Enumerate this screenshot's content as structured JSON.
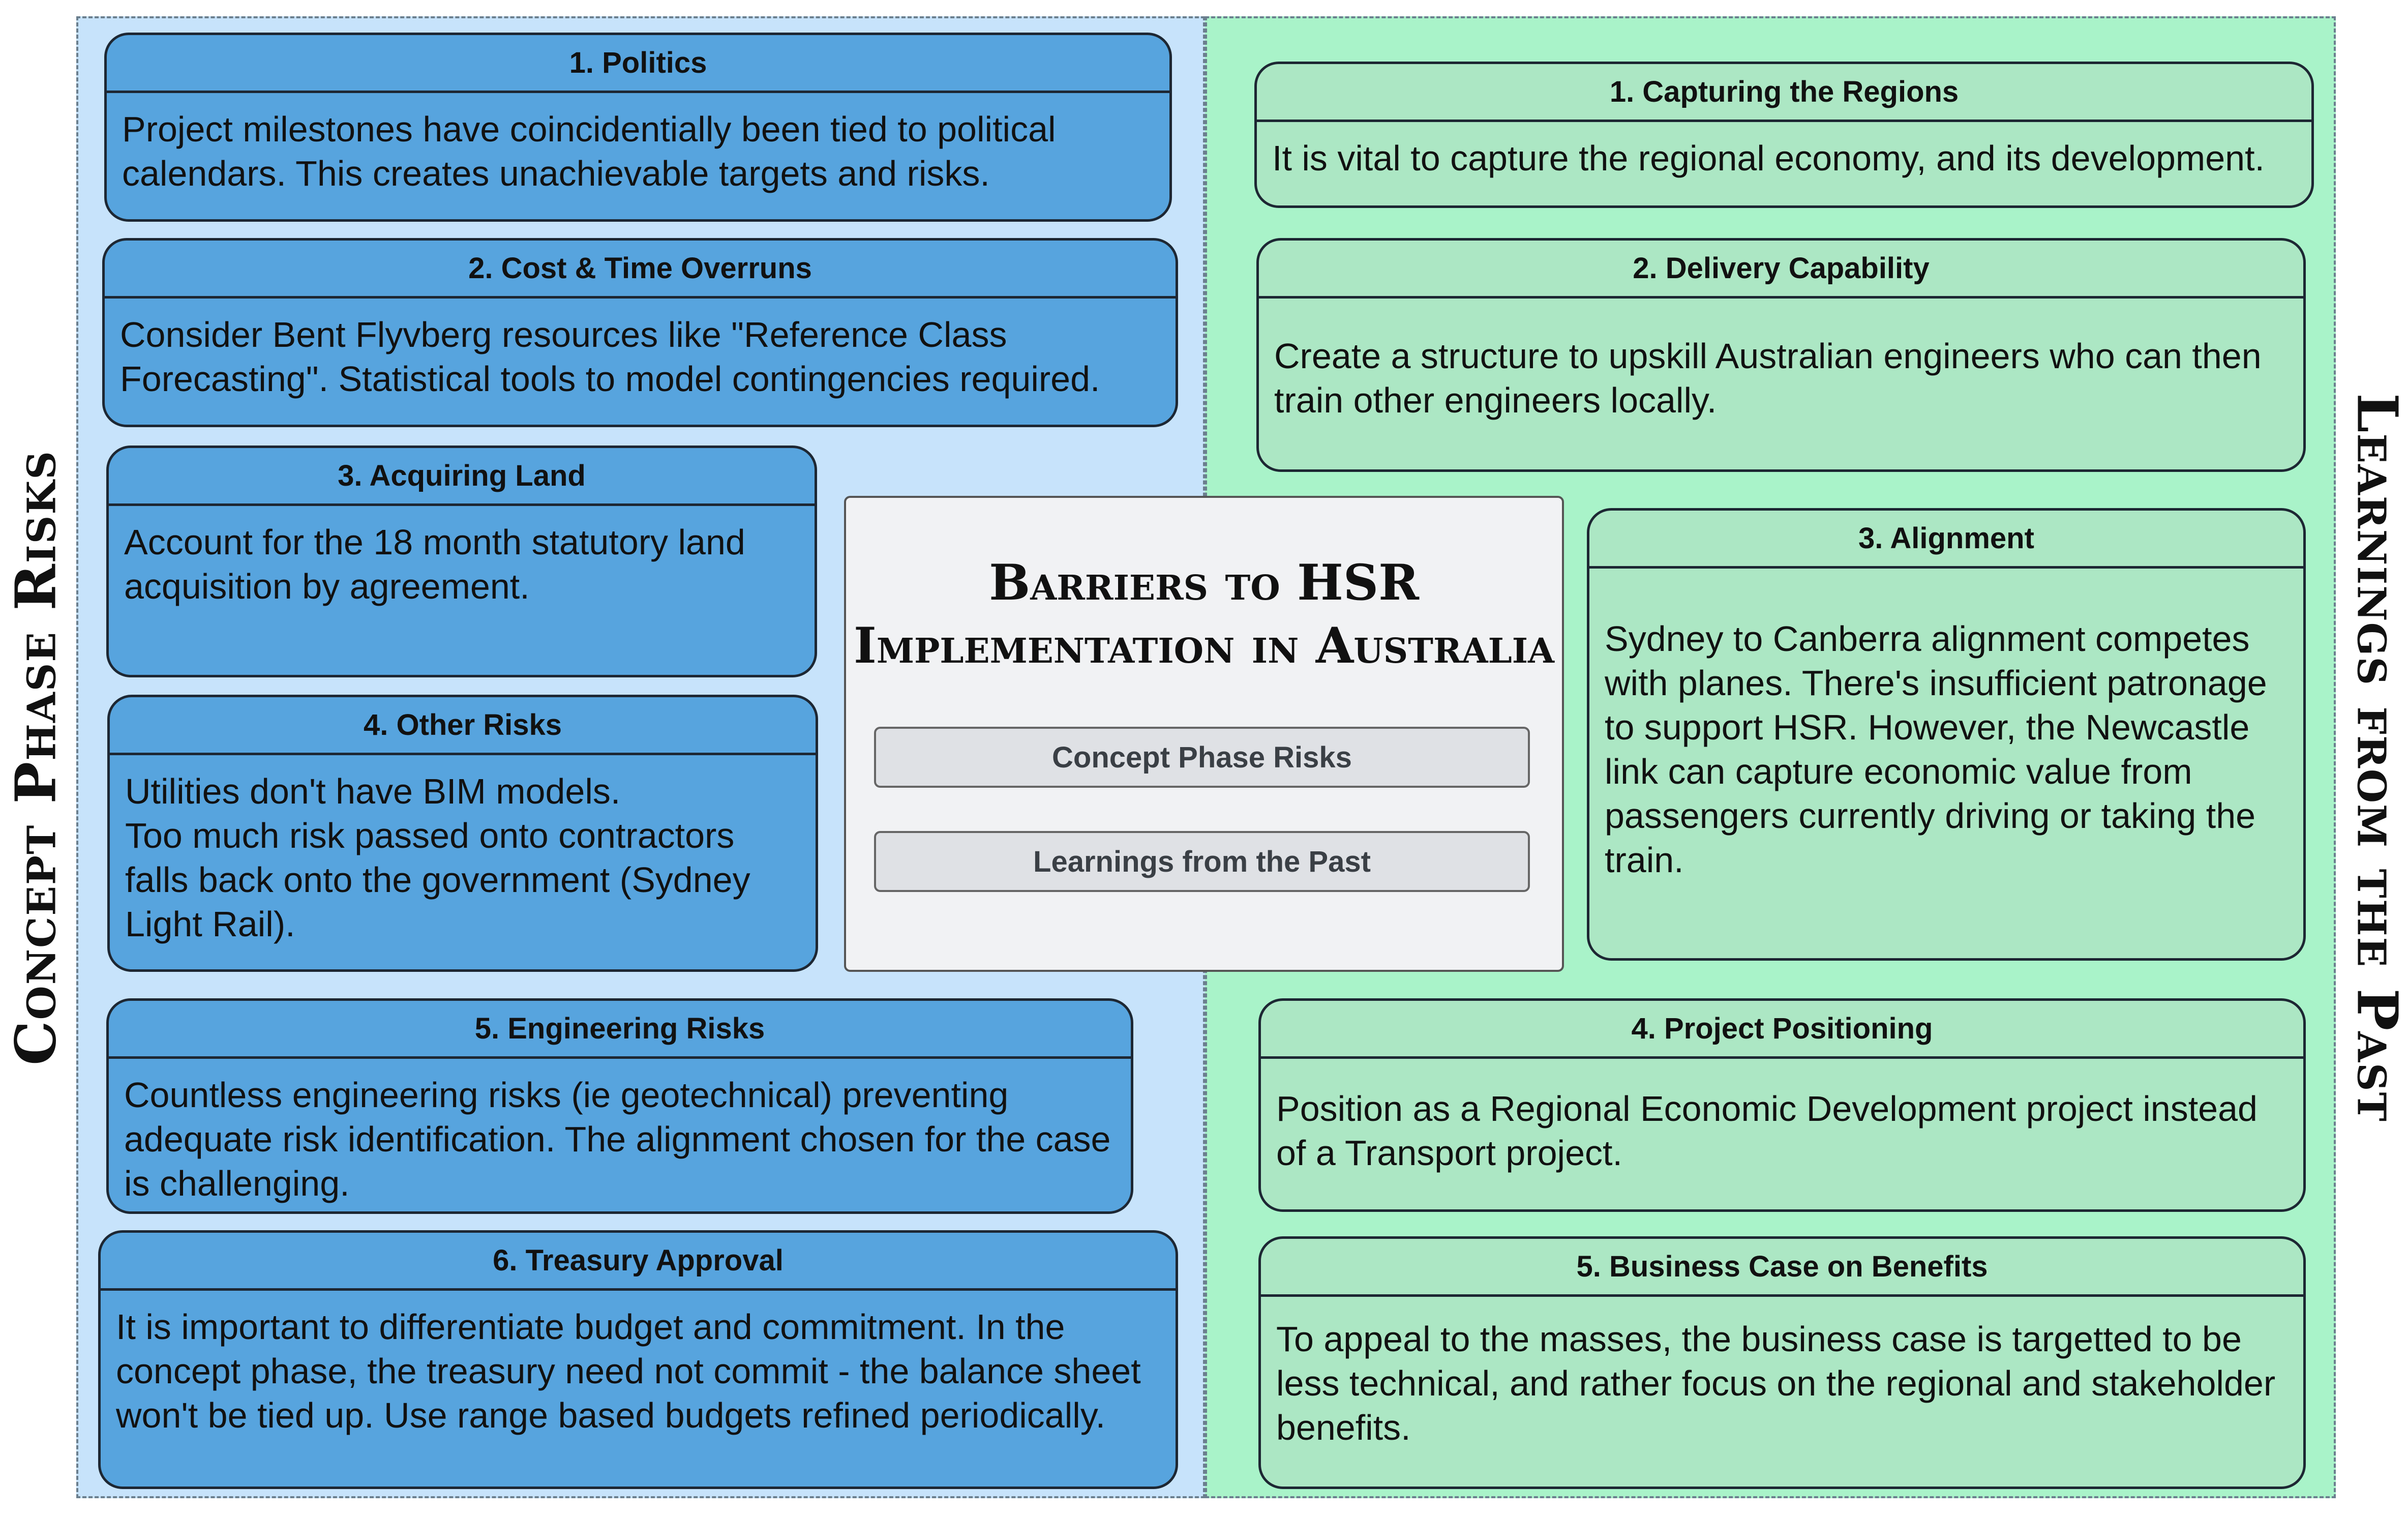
{
  "side_labels": {
    "left": "Concept Phase Risks",
    "right": "Learnings from the Past"
  },
  "center": {
    "title": "Barriers to HSR\nImplementation in Australia",
    "legend": [
      "Concept Phase Risks",
      "Learnings from the Past"
    ]
  },
  "risks": [
    {
      "title": "1. Politics",
      "body": "Project milestones have coincidentially been tied to political calendars. This creates unachievable targets and risks."
    },
    {
      "title": "2. Cost & Time Overruns",
      "body": "Consider Bent Flyvberg resources like \"Reference Class Forecasting\". Statistical tools to model contingencies required."
    },
    {
      "title": "3. Acquiring Land",
      "body": "Account for the 18 month statutory land acquisition by agreement."
    },
    {
      "title": "4. Other Risks",
      "body": "Utilities don't have BIM models.\nToo much risk passed onto contractors falls back onto the government (Sydney Light Rail)."
    },
    {
      "title": "5. Engineering Risks",
      "body": "Countless engineering risks (ie geotechnical) preventing adequate risk identification. The alignment chosen for the case is challenging."
    },
    {
      "title": "6. Treasury Approval",
      "body": "It is important to differentiate budget and commitment. In the concept phase, the treasury need not commit - the balance sheet won't be tied up. Use range based budgets refined periodically."
    }
  ],
  "learnings": [
    {
      "title": "1. Capturing the Regions",
      "body": "It is vital to capture the regional economy, and its development."
    },
    {
      "title": "2. Delivery Capability",
      "body": "Create a structure to upskill Australian engineers who can then train other engineers locally."
    },
    {
      "title": "3. Alignment",
      "body": "Sydney to Canberra alignment competes with planes. There's insufficient patronage to support HSR. However, the Newcastle link can capture economic value from passengers currently driving or taking the train."
    },
    {
      "title": "4. Project Positioning",
      "body": "Position as a Regional Economic Development project instead of a Transport project."
    },
    {
      "title": "5. Business Case on Benefits",
      "body": "To appeal to the masses, the business case is targetted to be less technical, and rather focus on the regional and stakeholder benefits."
    }
  ]
}
